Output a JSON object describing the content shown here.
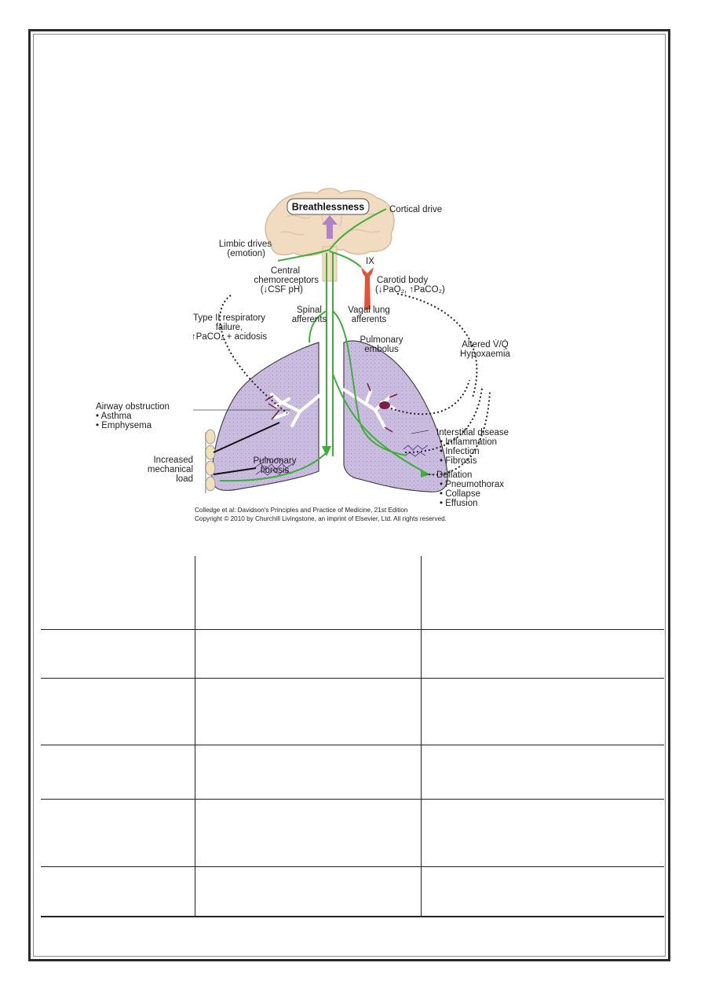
{
  "figure": {
    "title": "Breathlessness",
    "labels": {
      "cortical_drive": "Cortical drive",
      "limbic_1": "Limbic drives",
      "limbic_2": "(emotion)",
      "nerve_ix": "IX",
      "central_1": "Central",
      "central_2": "chemoreceptors",
      "central_3": "(↓CSF pH)",
      "carotid_1": "Carotid body",
      "carotid_2": "(↓PaO₂, ↑PaCO₂)",
      "spinal_1": "Spinal",
      "spinal_2": "afferents",
      "vagal_1": "Vagal lung",
      "vagal_2": "afferents",
      "type2_1": "Type II respiratory",
      "type2_2": "failure,",
      "type2_3": "↑PaCO₂ + acidosis",
      "pe_1": "Pulmonary",
      "pe_2": "embolus",
      "vq_1": "Altered V̇/Q̇",
      "vq_2": "Hypoxaemia",
      "airway": "Airway obstruction",
      "airway_1": "• Asthma",
      "airway_2": "• Emphysema",
      "fibrosis_1": "Pulmonary",
      "fibrosis_2": "fibrosis",
      "mech_1": "Increased",
      "mech_2": "mechanical",
      "mech_3": "load",
      "interstitial": "Interstitial disease",
      "interstitial_1": "• Inflammation",
      "interstitial_2": "• Infection",
      "interstitial_3": "• Fibrosis",
      "deflation": "Deflation",
      "deflation_1": "• Pneumothorax",
      "deflation_2": "• Collapse",
      "deflation_3": "• Effusion"
    },
    "credit_line_1": "Colledge et al: Davidson's Principles and Practice of Medicine, 21st Edition",
    "credit_line_2": "Copyright © 2010 by Churchill Livingstone, an imprint of Elsevier, Ltd. All rights reserved.",
    "colors": {
      "brain": "#f1dcc2",
      "lung": "#cbbde0",
      "nerve": "#3fae3a",
      "carotid": "#e0553a",
      "arrow": "#b083c9",
      "airway_tree": "#7a1f47"
    }
  },
  "table": {
    "rows": [
      [
        "",
        "",
        ""
      ],
      [
        "",
        "",
        ""
      ],
      [
        "",
        "",
        ""
      ],
      [
        "",
        "",
        ""
      ],
      [
        "",
        "",
        ""
      ],
      [
        "",
        "",
        ""
      ]
    ]
  }
}
